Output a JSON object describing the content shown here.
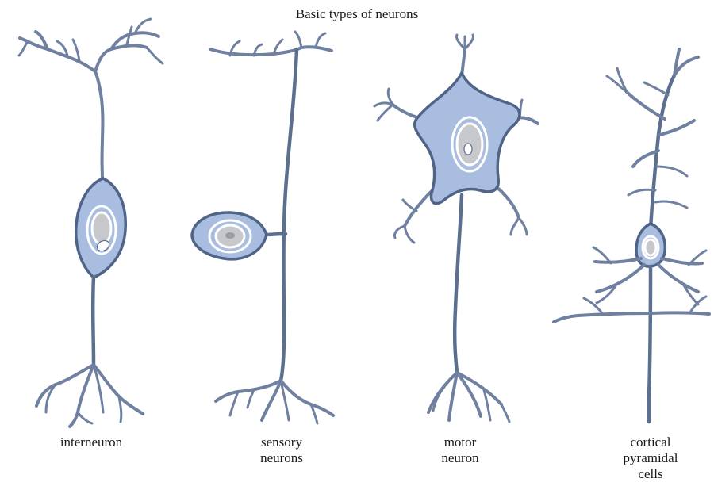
{
  "title": "Basic types of neurons",
  "neurons": [
    {
      "label": "interneuron"
    },
    {
      "label": "sensory\nneurons"
    },
    {
      "label": "motor\nneuron"
    },
    {
      "label": "cortical\npyramidal\ncells"
    }
  ],
  "colors": {
    "outline": "#5a6f8e",
    "cell_fill": "#a9bde0",
    "nucleus_fill": "#c9c9cc",
    "halo": "#ffffff",
    "branch": "#7e8ea8"
  }
}
